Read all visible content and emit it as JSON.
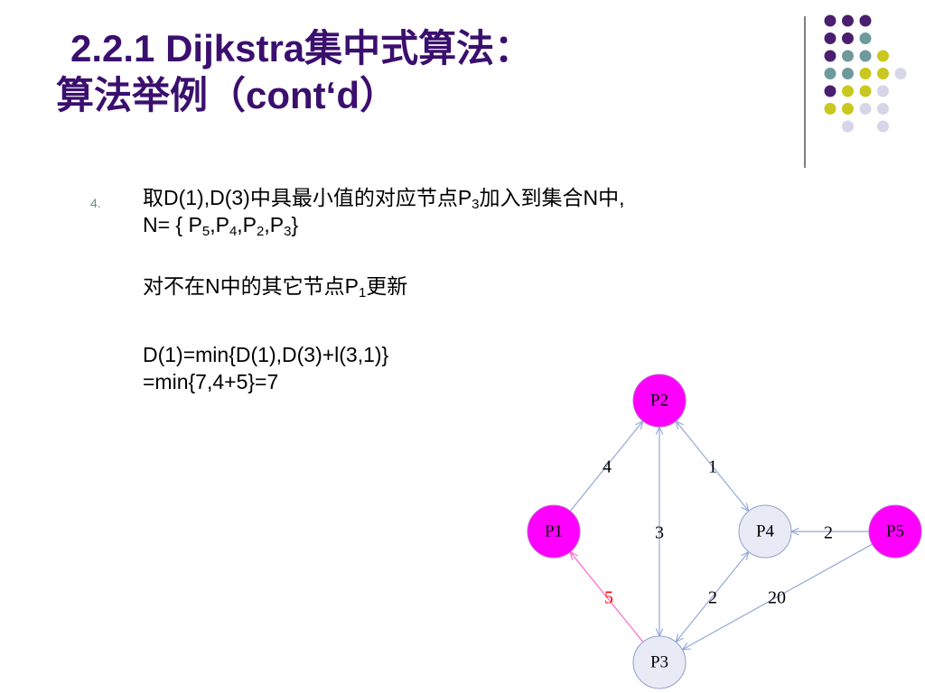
{
  "title": {
    "line1": "2.2.1 Dijkstra集中式算法：",
    "line2": "算法举例（cont‘d）"
  },
  "bullet": {
    "number": "4.",
    "step_a_1": "取D(1),D(3)中具最小值的对应节点P",
    "step_a_1_sub": "3",
    "step_a_2": "加入到集合N中,",
    "set_prefix": "N= { P",
    "set_s1": "5",
    "set_m1": ",P",
    "set_s2": "4",
    "set_m2": ",P",
    "set_s3": "2",
    "set_m3": ",P",
    "set_s4": "3",
    "set_end": "}",
    "update_1": "对不在N中的其它节点P",
    "update_sub": "1",
    "update_2": "更新",
    "formula_1": "D(1)=min{D(1),D(3)+l(3,1)}",
    "formula_2": " =min{7,4+5}=7"
  },
  "colors": {
    "title": "#3b0f6e",
    "node_in_set": "#ff00ff",
    "node_pending": "#e8eaf6",
    "edge_default": "#94a8d8",
    "edge_highlight": "#ff66cc",
    "highlight_label": "#ff0000",
    "deco_purple": "#4b1f6f",
    "deco_teal": "#6f9a9c",
    "deco_lime": "#c8c81e",
    "deco_lilac": "#d6d6e8"
  },
  "graph": {
    "nodes": [
      {
        "id": "P1",
        "label": "P1",
        "state": "in_set"
      },
      {
        "id": "P2",
        "label": "P2",
        "state": "in_set"
      },
      {
        "id": "P3",
        "label": "P3",
        "state": "pending"
      },
      {
        "id": "P4",
        "label": "P4",
        "state": "pending"
      },
      {
        "id": "P5",
        "label": "P5",
        "state": "in_set"
      }
    ],
    "edges": [
      {
        "from": "P1",
        "to": "P2",
        "weight": "4",
        "highlight": false
      },
      {
        "from": "P2",
        "to": "P4",
        "weight": "1",
        "highlight": false
      },
      {
        "from": "P2",
        "to": "P3",
        "weight": "3",
        "highlight": false
      },
      {
        "from": "P4",
        "to": "P5",
        "weight": "2",
        "highlight": false
      },
      {
        "from": "P1",
        "to": "P3",
        "weight": "5",
        "highlight": true
      },
      {
        "from": "P3",
        "to": "P4",
        "weight": "2",
        "highlight": false
      },
      {
        "from": "P5",
        "to": "P3",
        "weight": "20",
        "highlight": false
      }
    ]
  }
}
